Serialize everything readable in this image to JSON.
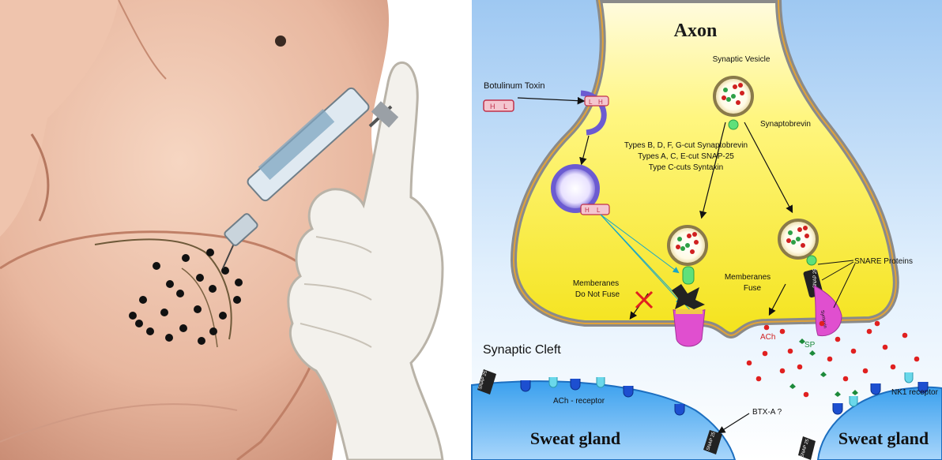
{
  "diagram": {
    "title": "Axon",
    "labels": {
      "botulinum_toxin": "Botulinum Toxin",
      "synaptic_vesicle": "Synaptic Vesicle",
      "synaptobrevin": "Synaptobrevin",
      "types_line1": "Types B, D, F, G-cut Synaptobrevin",
      "types_line2": "Types A, C, E-cut SNAP-25",
      "types_line3": "Type C-cuts Syntaxin",
      "no_fuse_line1": "Memberanes",
      "no_fuse_line2": "Do Not Fuse",
      "fuse_line1": "Memberanes",
      "fuse_line2": "Fuse",
      "snare_proteins": "SNARE Proteins",
      "synaptic_cleft": "Synaptic Cleft",
      "ach": "ACh",
      "sp": "SP",
      "ach_receptor": "ACh - receptor",
      "nk1_receptor": "NK1 receptor",
      "btx_a": "BTX-A ?",
      "sweat_gland_left": "Sweat gland",
      "sweat_gland_right": "Sweat gland",
      "snap_tag": "SNAP 25",
      "syntaxin_tag": "Syntaxin",
      "sp_tag": "SP",
      "toxin_h": "H",
      "toxin_l": "L"
    },
    "colors": {
      "axon_fill": "#fff25c",
      "membrane": "#8a8a8a",
      "cleft_bg": "#cfe6fb",
      "gland": "#2f90e0",
      "vesicle_ring": "#6b5bd1",
      "syntaxin": "#e04fcf",
      "red_arrow": "#e02020"
    }
  },
  "illustration": {
    "subject": "injection-illustration",
    "icons": [
      "syringe-icon",
      "gloved-hand-icon",
      "injection-dot-icon"
    ]
  }
}
